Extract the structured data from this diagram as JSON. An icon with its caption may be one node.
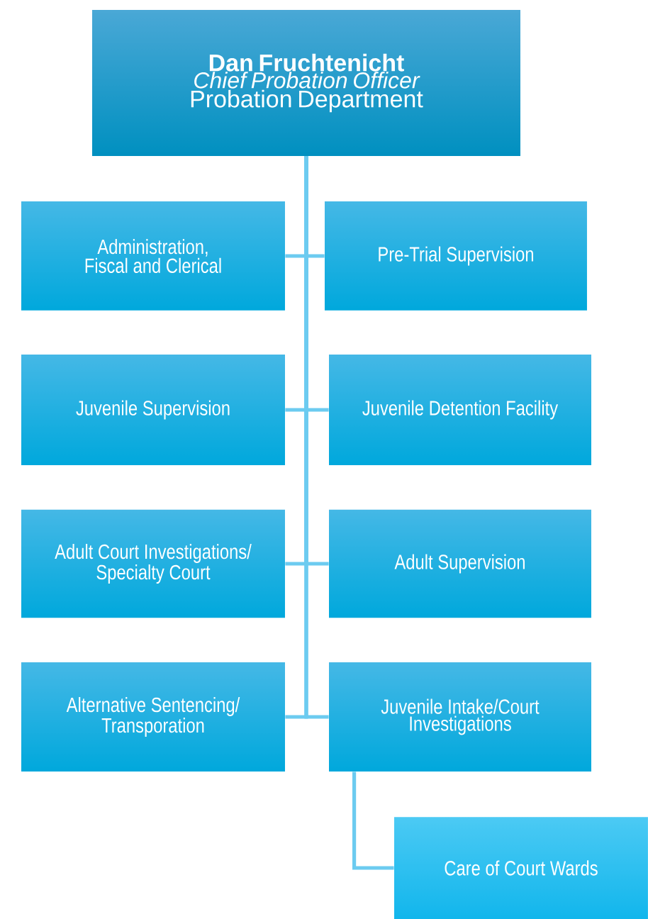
{
  "diagram": {
    "nodes": [
      {
        "text": [
          "Dan Fruchtenicht",
          "Chief Probation Officer",
          "Probation Department"
        ]
      },
      {
        "text": [
          "Administration, Fiscal and Clerical"
        ]
      },
      {
        "text": [
          "Pre-Trial Supervision"
        ]
      },
      {
        "text": [
          "Juvenile Supervision"
        ]
      },
      {
        "text": [
          "Juvenile Detention Facility"
        ]
      },
      {
        "text": [
          "Adult Court Investigations/ Specialty Court"
        ]
      },
      {
        "text": [
          "Adult Supervision"
        ]
      },
      {
        "text": [
          "Alternative Sentencing/ Transporation"
        ]
      },
      {
        "text": [
          "Juvenile Intake/Court Investigations"
        ]
      },
      {
        "text": [
          "Care of Court Wards"
        ]
      }
    ],
    "edges": [
      {
        "from": 0,
        "to": 1,
        "arrow": "none"
      },
      {
        "from": 0,
        "to": 2,
        "arrow": "none"
      },
      {
        "from": 0,
        "to": 3,
        "arrow": "none"
      },
      {
        "from": 0,
        "to": 4,
        "arrow": "none"
      },
      {
        "from": 0,
        "to": 5,
        "arrow": "none"
      },
      {
        "from": 0,
        "to": 6,
        "arrow": "none"
      },
      {
        "from": 0,
        "to": 7,
        "arrow": "none"
      },
      {
        "from": 0,
        "to": 8,
        "arrow": "none"
      },
      {
        "from": 8,
        "to": 9,
        "arrow": "none"
      }
    ]
  }
}
